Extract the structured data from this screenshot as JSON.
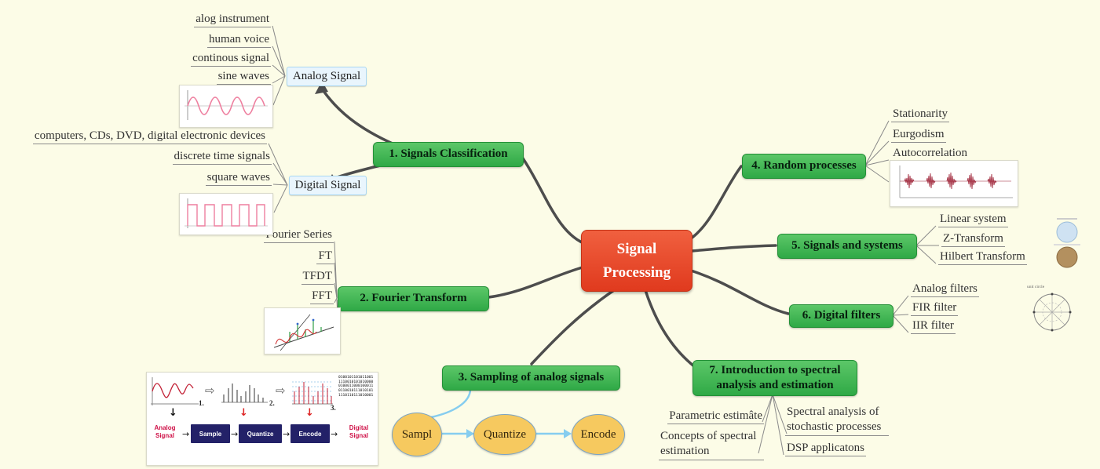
{
  "icons": {
    "right_arrow": "→",
    "down_arrow": "↓",
    "hollow_arrow": "⇨"
  },
  "root": {
    "line1": "Signal",
    "line2": "Processing"
  },
  "branches": {
    "b1": {
      "label": "1. Signals Classification",
      "analog": {
        "box": "Analog Signal",
        "items": [
          "alog instrument",
          "human voice",
          "continous signal",
          "sine waves"
        ]
      },
      "digital": {
        "box": "Digital Signal",
        "items": [
          "computers, CDs, DVD, digital electronic devices",
          "discrete time signals",
          "square waves"
        ]
      }
    },
    "b2": {
      "label": "2. Fourier Transform",
      "items": [
        "Fourier Series",
        "FT",
        "TFDT",
        "FFT"
      ]
    },
    "b3": {
      "label": "3. Sampling of analog signals",
      "steps": [
        "Sampl",
        "Quantize",
        "Encode"
      ],
      "diagram": {
        "stages": [
          "1.",
          "2.",
          "3."
        ],
        "boxes": [
          "Sample",
          "Quantize",
          "Encode"
        ],
        "left_label": "Analog Signal",
        "right_label": "Digital Signal",
        "binary": "0100101101011001\n1110010101010000\n0100011000100011\n0110010111010101\n1110110111010001"
      }
    },
    "b4": {
      "label": "4. Random processes",
      "items": [
        "Stationarity",
        "Eurgodism",
        "Autocorrelation"
      ]
    },
    "b5": {
      "label": "5. Signals and systems",
      "items": [
        "Linear system",
        "Z-Transform",
        "Hilbert Transform"
      ]
    },
    "b6": {
      "label": "6. Digital filters",
      "items": [
        "Analog filters",
        "FIR filter",
        "IIR filter"
      ]
    },
    "b7": {
      "line1": "7. Introduction to spectral",
      "line2": "analysis and estimation",
      "items": [
        "Parametric estimâte",
        "Concepts of spectral estimation",
        "Spectral analysis of stochastic processes",
        "DSP applicatons"
      ]
    }
  },
  "images": {
    "polar_label": "unit circle"
  },
  "colors": {
    "background": "#fcfce7",
    "center": "#e64a2e",
    "branch": "#3db554",
    "accent_blue": "#86cdef",
    "ellipse": "#f6c95f"
  }
}
